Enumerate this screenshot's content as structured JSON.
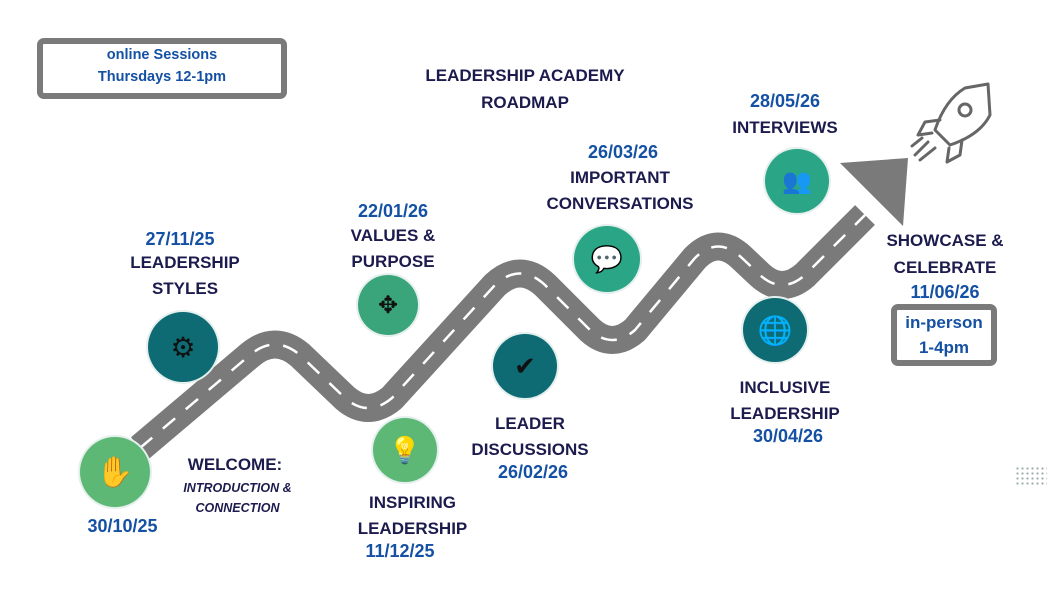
{
  "title": [
    "LEADERSHIP ACADEMY",
    "ROADMAP"
  ],
  "online_box": [
    "online Sessions",
    "Thursdays 12-1pm"
  ],
  "sessions": [
    {
      "title": "WELCOME:",
      "subtitle": [
        "INTRODUCTION &",
        "CONNECTION"
      ],
      "date": "30/10/25",
      "icon": "waving-hand-icon"
    },
    {
      "title": [
        "LEADERSHIP",
        "STYLES"
      ],
      "date": "27/11/25",
      "icon": "leadership-styles-icon"
    },
    {
      "title": [
        "INSPIRING",
        "LEADERSHIP"
      ],
      "date": "11/12/25",
      "icon": "lightbulb-group-icon"
    },
    {
      "title": [
        "VALUES &",
        "PURPOSE"
      ],
      "date": "22/01/26",
      "icon": "puzzle-hands-icon"
    },
    {
      "title": [
        "LEADER",
        "DISCUSSIONS"
      ],
      "date": "26/02/26",
      "icon": "network-people-icon"
    },
    {
      "title": [
        "IMPORTANT",
        "CONVERSATIONS"
      ],
      "date": "26/03/26",
      "icon": "conversation-icon"
    },
    {
      "title": [
        "INCLUSIVE",
        "LEADERSHIP"
      ],
      "date": "30/04/26",
      "icon": "inclusive-globe-icon"
    },
    {
      "title": "INTERVIEWS",
      "date": "28/05/26",
      "icon": "interview-panel-icon"
    },
    {
      "title": [
        "SHOWCASE &",
        "CELEBRATE"
      ],
      "date": "11/06/26",
      "icon": "rocket-icon"
    }
  ],
  "inperson_box": [
    "in-person",
    "1-4pm"
  ],
  "colors": {
    "navy": "#1c1b4d",
    "blue": "#1450a3",
    "road": "#7a7a7a",
    "green": "#5cb874",
    "teal": "#0e6b73",
    "mint": "#2aa585"
  }
}
